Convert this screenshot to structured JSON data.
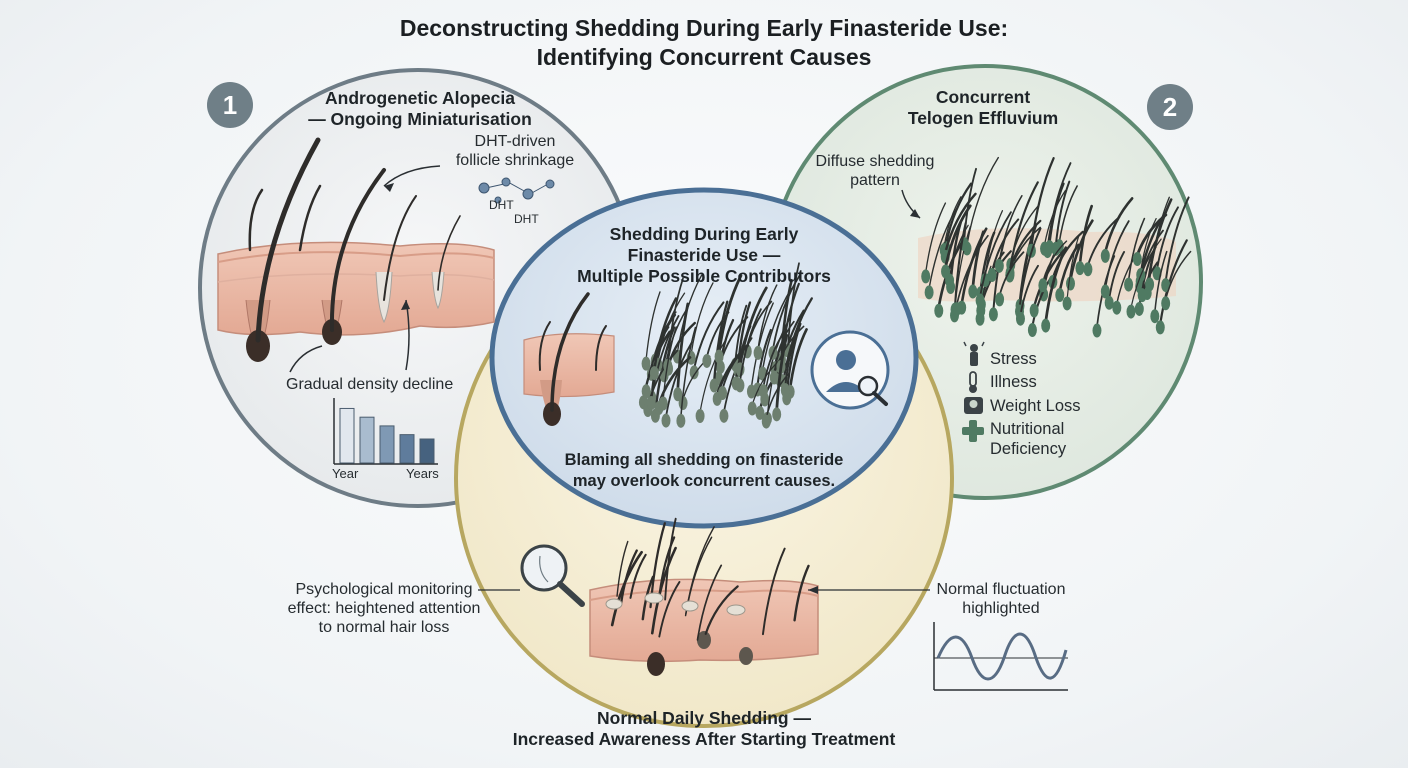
{
  "title": {
    "line1": "Deconstructing Shedding During Early Finasteride Use:",
    "line2": "Identifying Concurrent Causes"
  },
  "colors": {
    "blue_ring": "#4a6f95",
    "green_ring": "#5f8a72",
    "gold_ring": "#b7a760",
    "gray_ring": "#6e7c86",
    "badge": "#6f7f87",
    "skin": "#e8b9a6",
    "hair": "#2e2c2a"
  },
  "circle1": {
    "badge": "1",
    "title_line1": "Androgenetic Alopecia",
    "title_line2": "— Ongoing Miniaturisation",
    "callout_line1": "DHT-driven",
    "callout_line2": "follicle shrinkage",
    "dht_label_1": "DHT",
    "dht_label_2": "DHT",
    "density_label": "Gradual density decline",
    "chart_x_start": "Year",
    "chart_x_end": "Years"
  },
  "circle2": {
    "badge": "2",
    "title_line1": "Concurrent",
    "title_line2": "Telogen Effluvium",
    "callout_line1": "Diffuse shedding",
    "callout_line2": "pattern",
    "factors": [
      {
        "label": "Stress",
        "icon": "stress-icon"
      },
      {
        "label": "Illness",
        "icon": "thermometer-icon"
      },
      {
        "label": "Weight Loss",
        "icon": "scale-icon"
      },
      {
        "label_line1": "Nutritional",
        "label_line2": "Deficiency",
        "icon": "plus-icon"
      }
    ]
  },
  "circle_center": {
    "title_line1": "Shedding During Early",
    "title_line2": "Finasteride Use —",
    "title_line3": "Multiple Possible Contributors",
    "footer_line1": "Blaming all shedding on finasteride",
    "footer_line2": "may overlook concurrent causes."
  },
  "circle3": {
    "title_line1": "Normal Daily Shedding —",
    "title_line2": "Increased Awareness After Starting Treatment",
    "psych_line1": "Psychological monitoring",
    "psych_line2": "effect: heightened attention",
    "psych_line3": "to normal hair loss",
    "fluct_line1": "Normal fluctuation",
    "fluct_line2": "highlighted"
  },
  "chart_data": {
    "type": "bar",
    "categories": [
      "Year",
      "",
      "",
      "",
      "Years"
    ],
    "values": [
      5,
      4.2,
      3.4,
      2.6,
      2.2
    ],
    "title": "",
    "xlabel": "",
    "ylabel": "",
    "ylim": [
      0,
      5.5
    ],
    "grid": false,
    "legend": "none"
  }
}
